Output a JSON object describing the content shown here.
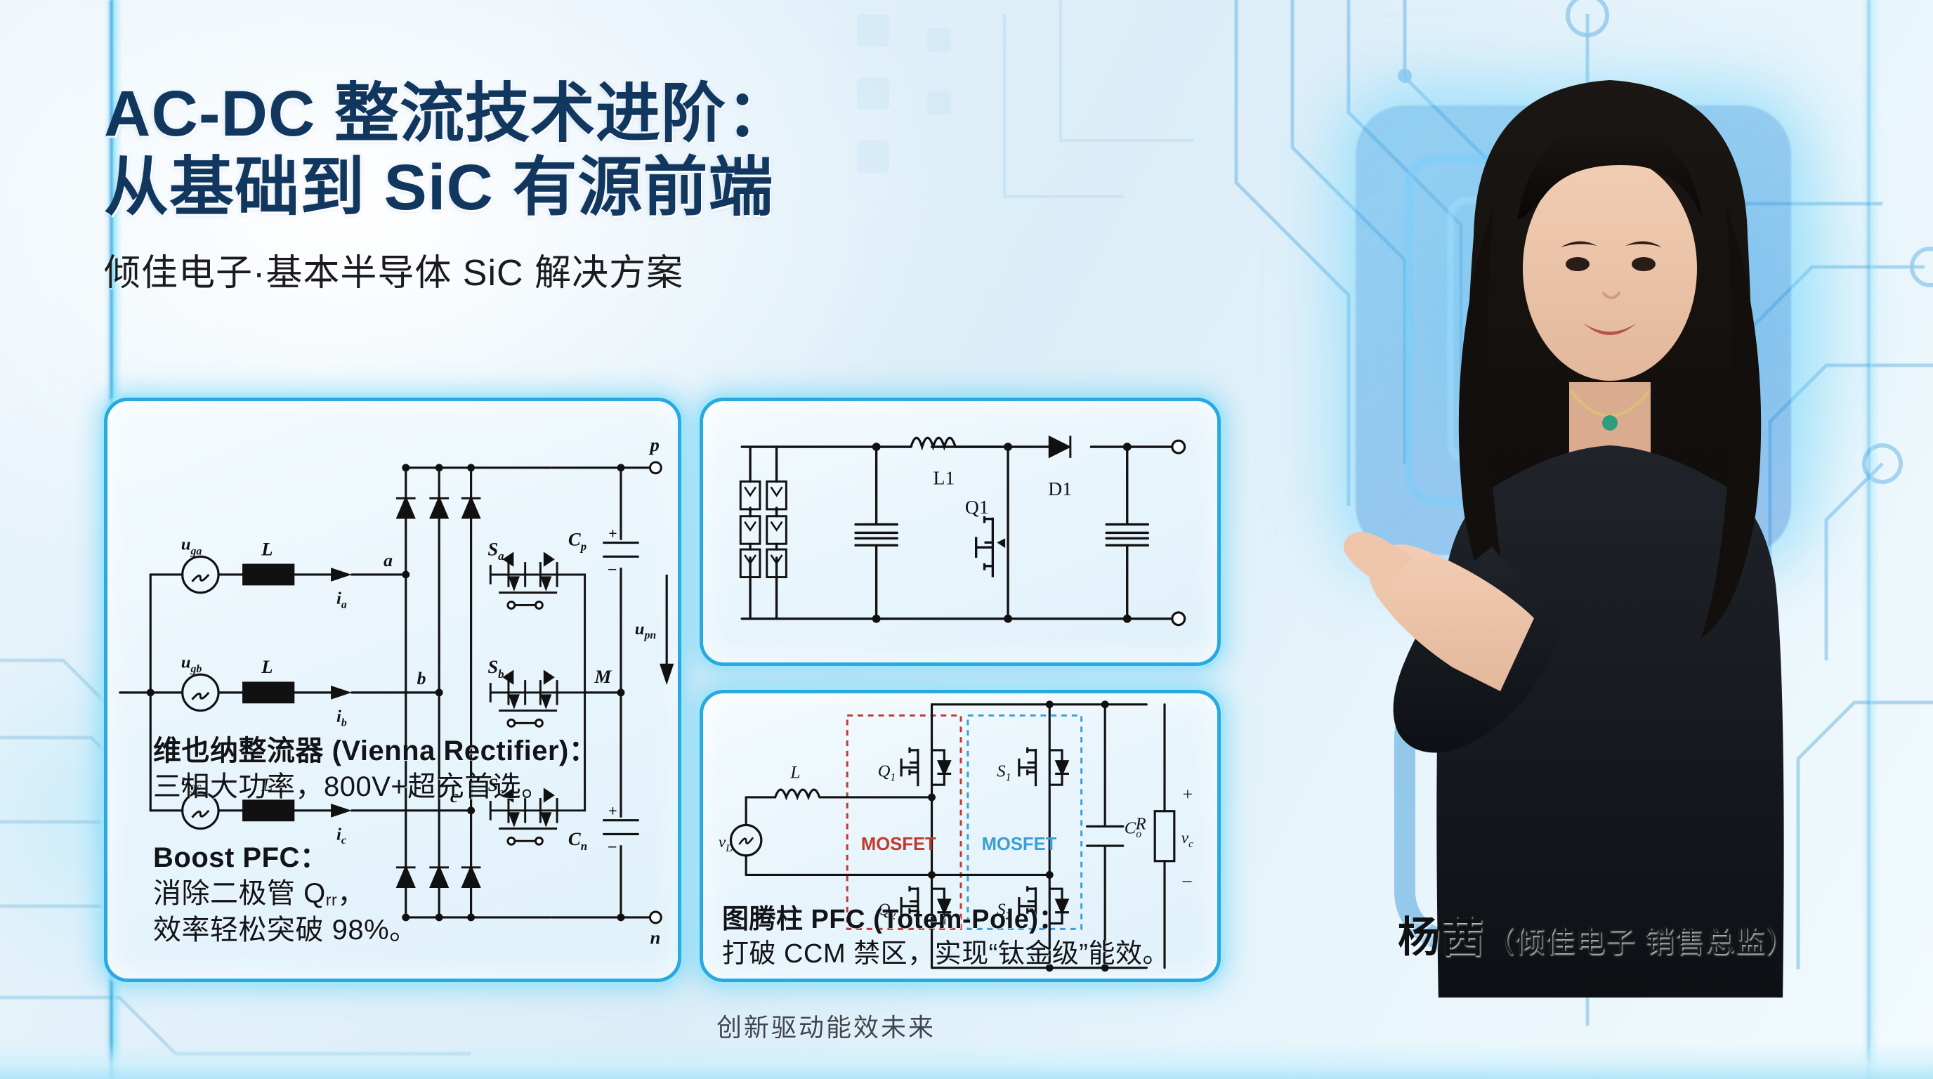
{
  "header": {
    "title_line1": "AC-DC 整流技术进阶：",
    "title_line2": "从基础到 SiC 有源前端",
    "subtitle": "倾佳电子·基本半导体 SiC 解决方案"
  },
  "colors": {
    "title_navy": "#11375f",
    "card_border_cyan": "#29a9e0",
    "glow_cyan": "#8ce1fa",
    "mosfet_red": "#c0392b",
    "mosfet_blue": "#3a9fd4",
    "background_light": "#e6f4fb"
  },
  "cards": {
    "vienna": {
      "name": "vienna-rectifier-schematic",
      "labels": {
        "source_a": "u",
        "source_a_sub": "ga",
        "source_b": "u",
        "source_b_sub": "gb",
        "source_c": "u",
        "source_c_sub": "gc",
        "inductor": "L",
        "current_a": "i",
        "current_a_sub": "a",
        "current_b": "i",
        "current_b_sub": "b",
        "current_c": "i",
        "current_c_sub": "c",
        "node_a": "a",
        "node_b": "b",
        "node_c": "c",
        "switch_a": "S",
        "switch_a_sub": "a",
        "switch_b": "S",
        "switch_b_sub": "b",
        "switch_c": "S",
        "switch_c_sub": "c",
        "cap_p": "C",
        "cap_p_sub": "p",
        "cap_n": "C",
        "cap_n_sub": "n",
        "terminal_p": "p",
        "terminal_m": "M",
        "terminal_n": "n",
        "voltage_out": "u",
        "voltage_out_sub": "pn"
      }
    },
    "boost": {
      "name": "boost-pfc-schematic",
      "labels": {
        "inductor": "L1",
        "diode": "D1",
        "mosfet": "Q1"
      }
    },
    "totem": {
      "name": "totem-pole-pfc-schematic",
      "labels": {
        "source": "v",
        "source_sub": "D",
        "inductor": "L",
        "q1": "Q",
        "q1_sub": "1",
        "q2": "Q",
        "q2_sub": "2",
        "s1": "S",
        "s1_sub": "1",
        "s2": "S",
        "s2_sub": "2",
        "box_left": "MOSFET",
        "box_right": "MOSFET",
        "cap": "C",
        "cap_sub": "o",
        "resistor": "R",
        "vout": "v",
        "vout_sub": "c",
        "plus": "+",
        "minus": "–"
      }
    }
  },
  "captions": {
    "vienna_head": "维也纳整流器 (Vienna Rectifier)：",
    "vienna_body": "三相大功率，800V+超充首选。",
    "boost_head": "Boost PFC：",
    "boost_body_1_pre": "消除二极管 Q",
    "boost_body_1_sub": "rr",
    "boost_body_1_post": "，",
    "boost_body_2": "效率轻松突破 98%。",
    "totem_head": "图腾柱 PFC (Totem-Pole)：",
    "totem_body": "打破 CCM 禁区，实现“钛金级”能效。"
  },
  "presenter": {
    "name": "杨茜",
    "role": "（倾佳电子 销售总监）"
  },
  "footer": {
    "tagline": "创新驱动能效未来"
  }
}
